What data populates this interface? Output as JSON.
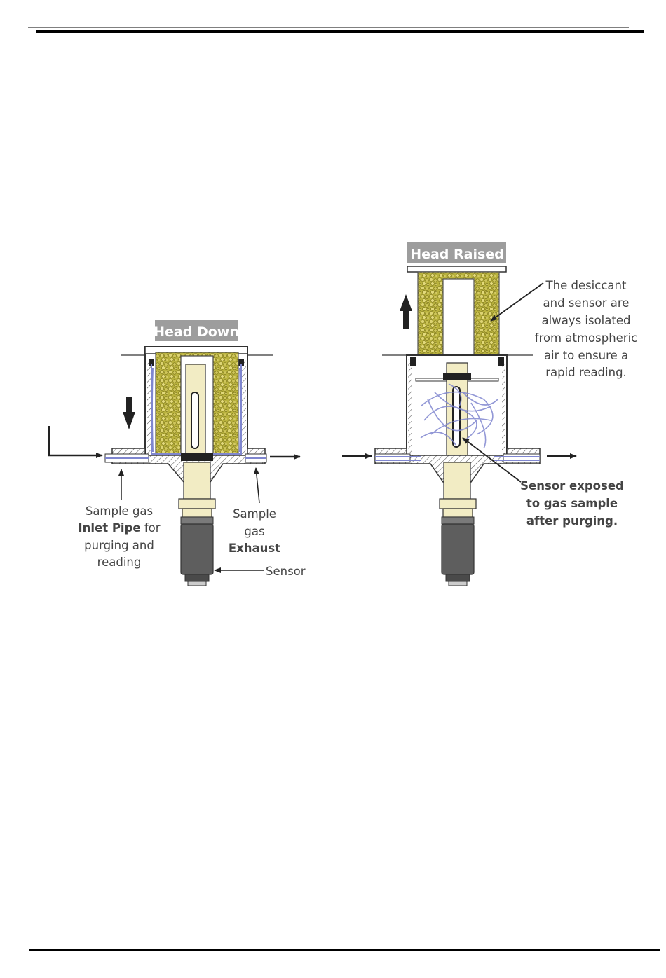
{
  "page": {
    "title": "",
    "footer": ""
  },
  "diagram": {
    "left_panel": {
      "header": "Head Down",
      "inlet_label": {
        "line1": "Sample gas",
        "line2_bold": "Inlet Pipe",
        "line2_rest": " for",
        "line3": "purging and",
        "line4": "reading"
      },
      "exhaust_label": {
        "line1": "Sample",
        "line2": "gas",
        "line3_bold": "Exhaust"
      },
      "sensor_label": "Sensor"
    },
    "right_panel": {
      "header": "Head Raised",
      "isolation_note": [
        "The desiccant",
        "and sensor are",
        "always isolated",
        "from atmospheric",
        "air to ensure a",
        "rapid reading."
      ],
      "exposed_note": [
        "Sensor exposed",
        "to gas sample",
        "after purging."
      ]
    },
    "colors": {
      "desiccant": "#b9b23d",
      "desiccant_dark": "#8a8420",
      "sensor_body": "#f2ecc4",
      "sensor_cap": "#5e5e5e",
      "gas_flow": "#7f86cf",
      "header_bg": "#9d9d9d",
      "arrow": "#222222"
    }
  }
}
